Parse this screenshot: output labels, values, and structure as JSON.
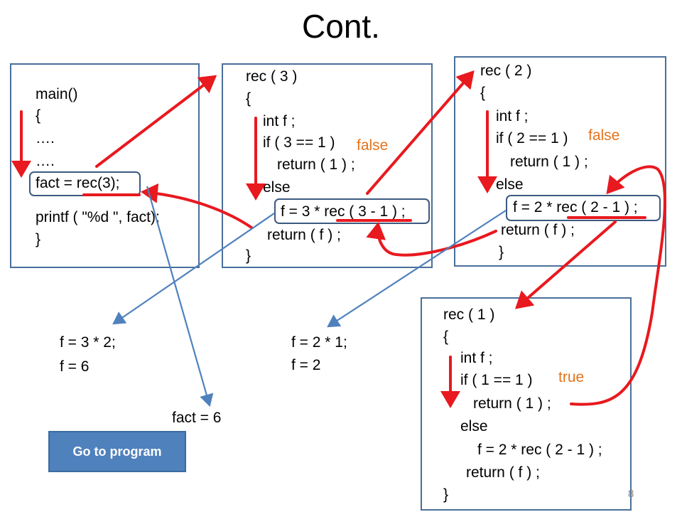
{
  "title": "Cont.",
  "main_block": [
    "main()",
    "{",
    "….",
    "….",
    "fact = rec(3);",
    "printf ( \"%d \", fact);",
    "}"
  ],
  "rec3_block": [
    "rec ( 3 )",
    "{",
    "int f ;",
    "if ( 3 == 1 )",
    "return ( 1 ) ;",
    "else",
    "f = 3 * rec ( 3 - 1 ) ;",
    "return ( f ) ;",
    "}"
  ],
  "rec3_condition": "false",
  "rec2_block": [
    "rec ( 2 )",
    "{",
    "int f ;",
    "if ( 2 == 1 )",
    "return ( 1 ) ;",
    "else",
    "f = 2 * rec ( 2 - 1 ) ;",
    "return ( f ) ;",
    "}"
  ],
  "rec2_condition": "false",
  "rec1_block": [
    "rec ( 1 )",
    "{",
    "int f ;",
    "if ( 1 == 1 )",
    "return ( 1 ) ;",
    "else",
    "f = 2 * rec ( 2 - 1 ) ;",
    "return ( f ) ;",
    "}"
  ],
  "rec1_condition": "true",
  "annotations": {
    "f3_eval": "f = 3 * 2;",
    "f3_result": "f = 6",
    "f2_eval": "f = 2 * 1;",
    "f2_result": "f = 2",
    "fact_result": "fact = 6"
  },
  "goto_button": "Go to program",
  "page_number": "8",
  "colors": {
    "box_border": "#4a6f9a",
    "call_arrow": "#e8191f",
    "value_arrow": "#4f81bd",
    "condition": "#e3731c",
    "button": "#4f81bd"
  }
}
